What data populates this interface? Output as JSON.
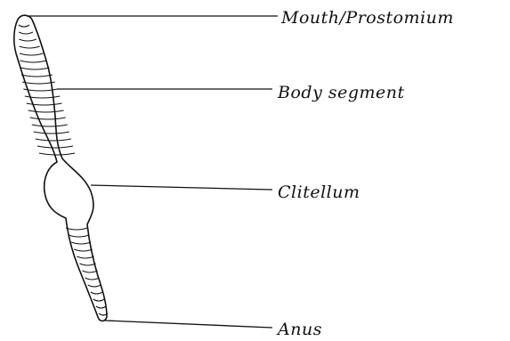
{
  "diagram": {
    "subject": "earthworm external anatomy",
    "labels": [
      {
        "id": "mouth",
        "text": "Mouth/Prostomium"
      },
      {
        "id": "segment",
        "text": "Body segment"
      },
      {
        "id": "clitellum",
        "text": "Clitellum"
      },
      {
        "id": "anus",
        "text": "Anus"
      }
    ],
    "colors": {
      "ink": "#111111",
      "background": "#ffffff"
    }
  }
}
